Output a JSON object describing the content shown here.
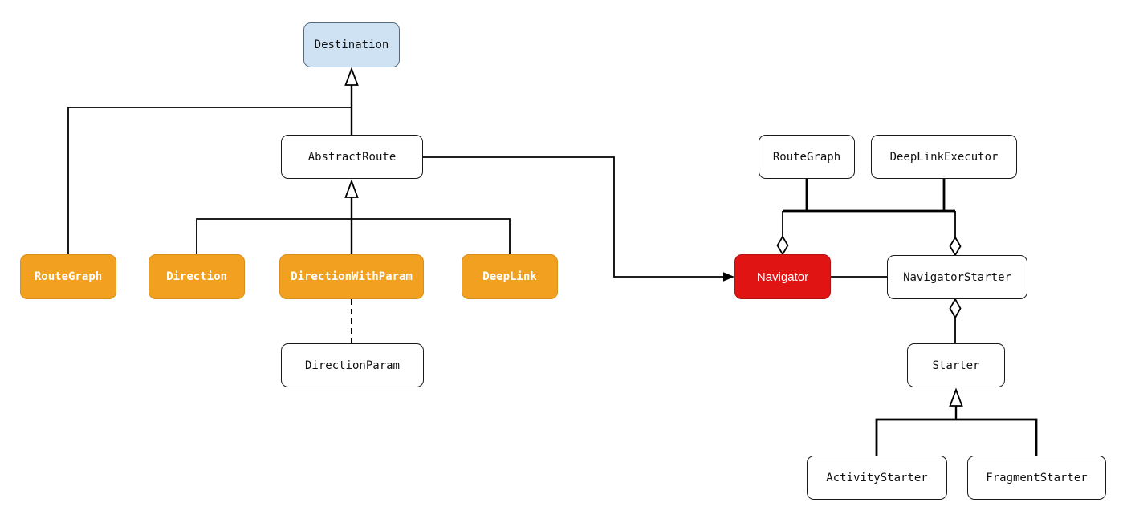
{
  "diagram": {
    "type": "uml-class-diagram",
    "nodes": {
      "destination": {
        "label": "Destination",
        "style": "blue"
      },
      "abstract_route": {
        "label": "AbstractRoute",
        "style": "white"
      },
      "route_graph_left": {
        "label": "RouteGraph",
        "style": "orange"
      },
      "direction": {
        "label": "Direction",
        "style": "orange"
      },
      "direction_with_param": {
        "label": "DirectionWithParam",
        "style": "orange"
      },
      "deep_link": {
        "label": "DeepLink",
        "style": "orange"
      },
      "direction_param": {
        "label": "DirectionParam",
        "style": "white"
      },
      "route_graph_right": {
        "label": "RouteGraph",
        "style": "white"
      },
      "deep_link_executor": {
        "label": "DeepLinkExecutor",
        "style": "white"
      },
      "navigator": {
        "label": "Navigator",
        "style": "red"
      },
      "navigator_starter": {
        "label": "NavigatorStarter",
        "style": "white"
      },
      "starter": {
        "label": "Starter",
        "style": "white"
      },
      "activity_starter": {
        "label": "ActivityStarter",
        "style": "white"
      },
      "fragment_starter": {
        "label": "FragmentStarter",
        "style": "white"
      }
    },
    "relationships": [
      {
        "from": "RouteGraph",
        "to": "Destination",
        "type": "inheritance"
      },
      {
        "from": "AbstractRoute",
        "to": "Destination",
        "type": "inheritance"
      },
      {
        "from": "Direction",
        "to": "AbstractRoute",
        "type": "inheritance"
      },
      {
        "from": "DirectionWithParam",
        "to": "AbstractRoute",
        "type": "inheritance"
      },
      {
        "from": "DeepLink",
        "to": "AbstractRoute",
        "type": "inheritance"
      },
      {
        "from": "DirectionWithParam",
        "to": "DirectionParam",
        "type": "dashed-link"
      },
      {
        "from": "AbstractRoute",
        "to": "Navigator",
        "type": "directed-association"
      },
      {
        "from": "RouteGraph",
        "to": "Navigator",
        "type": "aggregation"
      },
      {
        "from": "RouteGraph",
        "to": "NavigatorStarter",
        "type": "aggregation"
      },
      {
        "from": "DeepLinkExecutor",
        "to": "Navigator",
        "type": "aggregation"
      },
      {
        "from": "DeepLinkExecutor",
        "to": "NavigatorStarter",
        "type": "aggregation"
      },
      {
        "from": "Navigator",
        "to": "NavigatorStarter",
        "type": "association"
      },
      {
        "from": "Starter",
        "to": "NavigatorStarter",
        "type": "aggregation"
      },
      {
        "from": "ActivityStarter",
        "to": "Starter",
        "type": "inheritance"
      },
      {
        "from": "FragmentStarter",
        "to": "Starter",
        "type": "inheritance"
      }
    ],
    "colors": {
      "background": "#ffffff",
      "edge_color": "#000000",
      "node_border": "#1a1a1a",
      "highlight_blue_fill": "#cfe2f3",
      "blue_border": "#56697a",
      "orange_fill": "#f1a11f",
      "orange_border": "#d9901a",
      "red_fill": "#e11414",
      "red_border": "#b71010"
    }
  }
}
